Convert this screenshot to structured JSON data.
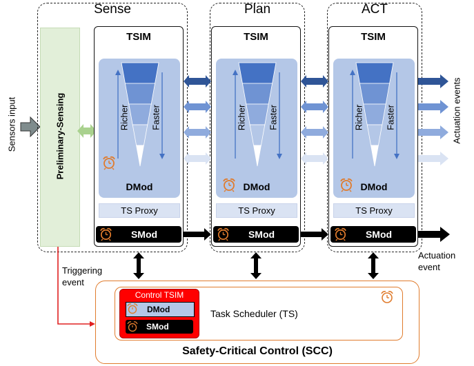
{
  "stages": [
    {
      "name": "Sense",
      "tsim": "TSIM",
      "richer": "Richer",
      "faster": "Faster",
      "dmod": "DMod",
      "proxy": "TS Proxy",
      "smod": "SMod"
    },
    {
      "name": "Plan",
      "tsim": "TSIM",
      "richer": "Richer",
      "faster": "Faster",
      "dmod": "DMod",
      "proxy": "TS Proxy",
      "smod": "SMod"
    },
    {
      "name": "ACT",
      "tsim": "TSIM",
      "richer": "Richer",
      "faster": "Faster",
      "dmod": "DMod",
      "proxy": "TS Proxy",
      "smod": "SMod"
    }
  ],
  "preliminary_sensing": "Preliminary-Sensing",
  "sensors_input": "Sensors input",
  "actuation_events": "Actuation events",
  "actuation_event": "Actuation\nevent",
  "triggering_event": "Triggering\nevent",
  "scc": {
    "title": "Safety-Critical Control (SCC)",
    "task_scheduler": "Task Scheduler (TS)",
    "control_tsim": "Control TSIM",
    "dmod": "DMod",
    "smod": "SMod"
  },
  "colors": {
    "dmod_panel": "#b4c7e7",
    "proxy": "#dae3f3",
    "funnel": [
      "#4472c4",
      "#6f93d3",
      "#8fabdd",
      "#b4c7e7",
      "#ffffff"
    ],
    "prelim_fill": "#e2efd9",
    "prelim_arrow": "#a9d18e",
    "scc_border": "#e07b2c",
    "control_tsim": "#ff0000"
  },
  "icons": [
    "alarm-clock-icon",
    "double-arrow-icon",
    "arrow-icon"
  ]
}
